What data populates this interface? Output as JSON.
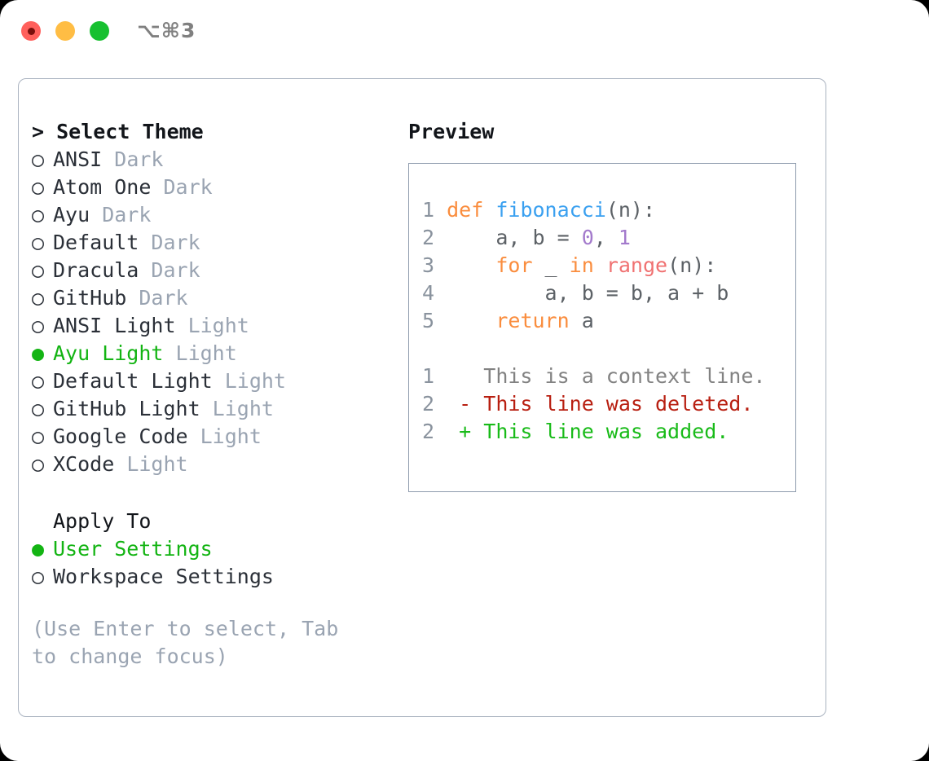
{
  "titlebar": {
    "traffic_lights": [
      {
        "name": "close",
        "color": "#ff605c"
      },
      {
        "name": "minimize",
        "color": "#ffbd44"
      },
      {
        "name": "maximize",
        "color": "#17c030"
      }
    ],
    "shortcut": "⌥⌘3"
  },
  "left": {
    "header": "> Select Theme",
    "themes": [
      {
        "bullet": "○",
        "name": "ANSI",
        "kind": "Dark",
        "selected": false
      },
      {
        "bullet": "○",
        "name": "Atom One",
        "kind": "Dark",
        "selected": false
      },
      {
        "bullet": "○",
        "name": "Ayu",
        "kind": "Dark",
        "selected": false
      },
      {
        "bullet": "○",
        "name": "Default",
        "kind": "Dark",
        "selected": false
      },
      {
        "bullet": "○",
        "name": "Dracula",
        "kind": "Dark",
        "selected": false
      },
      {
        "bullet": "○",
        "name": "GitHub",
        "kind": "Dark",
        "selected": false
      },
      {
        "bullet": "○",
        "name": "ANSI Light",
        "kind": "Light",
        "selected": false
      },
      {
        "bullet": "●",
        "name": "Ayu Light",
        "kind": "Light",
        "selected": true
      },
      {
        "bullet": "○",
        "name": "Default Light",
        "kind": "Light",
        "selected": false
      },
      {
        "bullet": "○",
        "name": "GitHub Light",
        "kind": "Light",
        "selected": false
      },
      {
        "bullet": "○",
        "name": "Google Code",
        "kind": "Light",
        "selected": false
      },
      {
        "bullet": "○",
        "name": "XCode",
        "kind": "Light",
        "selected": false
      }
    ],
    "apply_to_header": "Apply To",
    "apply_to": [
      {
        "bullet": "●",
        "name": "User Settings",
        "selected": true
      },
      {
        "bullet": "○",
        "name": "Workspace Settings",
        "selected": false
      }
    ],
    "hint": "(Use Enter to select, Tab to change focus)"
  },
  "right": {
    "title": "Preview",
    "code_lines": [
      {
        "num": "1",
        "tokens": [
          {
            "t": "def",
            "c": "kw"
          },
          {
            "t": " ",
            "c": "plain"
          },
          {
            "t": "fibonacci",
            "c": "fn"
          },
          {
            "t": "(n):",
            "c": "punc"
          }
        ]
      },
      {
        "num": "2",
        "tokens": [
          {
            "t": "    a, b = ",
            "c": "plain"
          },
          {
            "t": "0",
            "c": "num"
          },
          {
            "t": ", ",
            "c": "plain"
          },
          {
            "t": "1",
            "c": "num"
          }
        ]
      },
      {
        "num": "3",
        "tokens": [
          {
            "t": "    ",
            "c": "plain"
          },
          {
            "t": "for",
            "c": "kw"
          },
          {
            "t": " _ ",
            "c": "plain"
          },
          {
            "t": "in",
            "c": "kw"
          },
          {
            "t": " ",
            "c": "plain"
          },
          {
            "t": "range",
            "c": "call"
          },
          {
            "t": "(n):",
            "c": "punc"
          }
        ]
      },
      {
        "num": "4",
        "tokens": [
          {
            "t": "        a, b = b, a + b",
            "c": "plain"
          }
        ]
      },
      {
        "num": "5",
        "tokens": [
          {
            "t": "    ",
            "c": "plain"
          },
          {
            "t": "return",
            "c": "kw"
          },
          {
            "t": " a",
            "c": "plain"
          }
        ]
      }
    ],
    "diff_lines": [
      {
        "num": "1",
        "marker": "  ",
        "text": "This is a context line.",
        "kind": "ctx"
      },
      {
        "num": "2",
        "marker": "- ",
        "text": "This line was deleted.",
        "kind": "del"
      },
      {
        "num": "2",
        "marker": "+ ",
        "text": "This line was added.",
        "kind": "add"
      }
    ]
  },
  "colors": {
    "keyword": "#fa8d3e",
    "function": "#3aa0f0",
    "number": "#a37acc",
    "call": "#f07171",
    "plain": "#5c6166",
    "line_num": "#8a939e",
    "selected": "#13b413",
    "muted": "#9aa4b2",
    "diff_context": "#828282",
    "diff_deleted": "#b81f11",
    "diff_added": "#19bb19",
    "border": "#aab3c0"
  }
}
